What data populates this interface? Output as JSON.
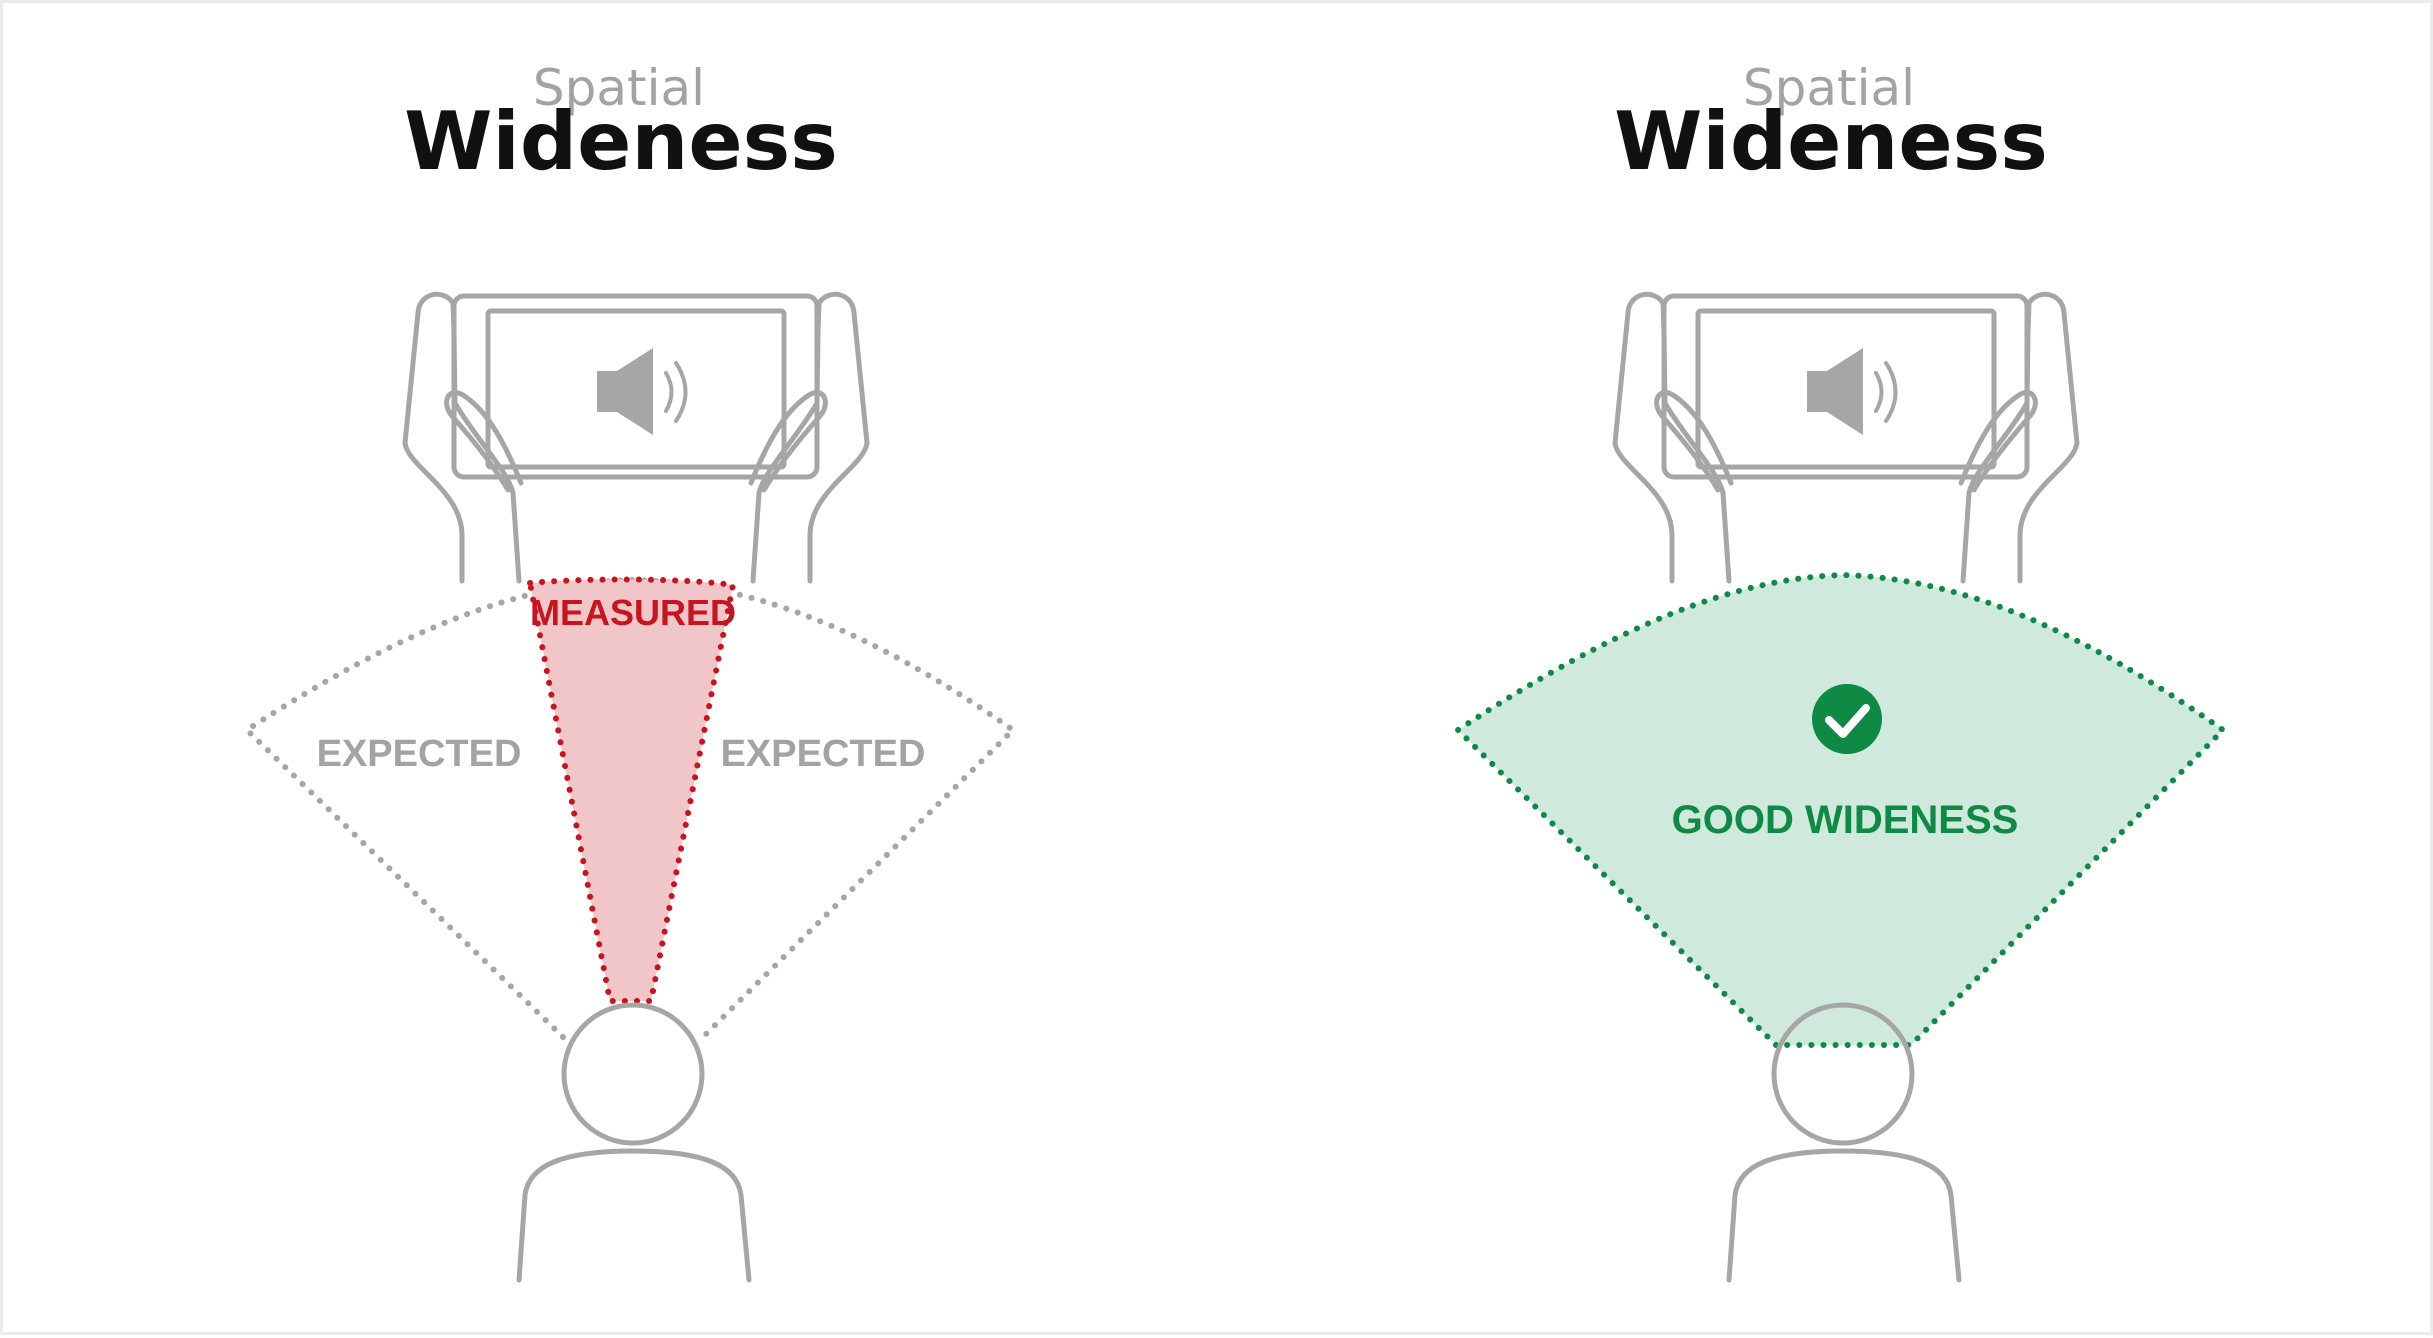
{
  "panels": [
    {
      "title_small": "Spatial",
      "title_big": "Wideness",
      "labels": {
        "left": "EXPECTED",
        "right": "EXPECTED",
        "center": "MEASURED"
      }
    },
    {
      "title_small": "Spatial",
      "title_big": "Wideness",
      "labels": {
        "center": "GOOD WIDENESS"
      }
    }
  ],
  "icons": {
    "speaker": "speaker-icon",
    "check": "checkmark-icon"
  },
  "colors": {
    "outline": "#a6a6a6",
    "measured_stroke": "#c8141e",
    "measured_fill": "#f0c6c9",
    "good_stroke": "#0e8a45",
    "good_fill": "#cfe9dc",
    "title_small": "#a3a3a3",
    "title_big": "#111111"
  }
}
